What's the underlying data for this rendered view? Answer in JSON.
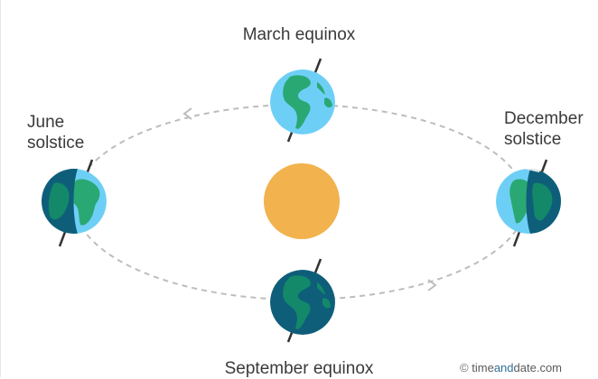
{
  "diagram": {
    "labels": {
      "march": "March equinox",
      "june_line1": "June",
      "june_line2": "solstice",
      "december_line1": "December",
      "december_line2": "solstice",
      "september": "September equinox"
    },
    "credit": {
      "symbol": "©",
      "part1": "time",
      "part2": "and",
      "part3": "date",
      "part4": ".com"
    },
    "colors": {
      "sun": "#f2b24d",
      "ocean_lit": "#6ecff6",
      "ocean_dark": "#0e5e7a",
      "land": "#2aa873",
      "land_dark": "#13896a",
      "orbit": "#bdbdbd",
      "axis": "#333333"
    },
    "icons": [
      "sun-icon",
      "earth-globe-icon",
      "orbit-arrow-icon"
    ]
  }
}
